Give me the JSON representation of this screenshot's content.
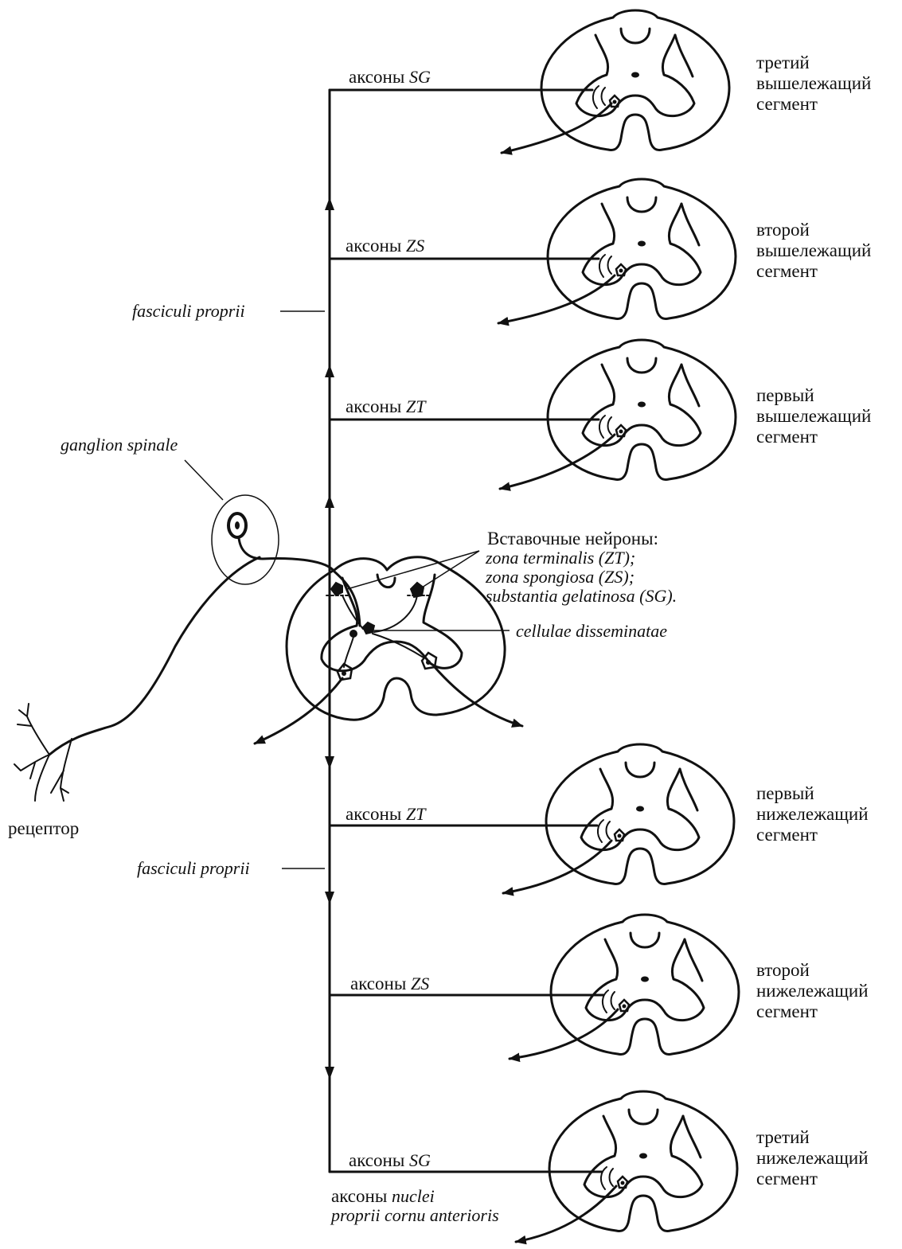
{
  "segments": [
    {
      "axon_prefix": "аксоны",
      "axon_zone": "SG",
      "line1": "третий",
      "line2": "вышележащий",
      "line3": "сегмент"
    },
    {
      "axon_prefix": "аксоны",
      "axon_zone": "ZS",
      "line1": "второй",
      "line2": "вышележащий",
      "line3": "сегмент"
    },
    {
      "axon_prefix": "аксоны",
      "axon_zone": "ZT",
      "line1": "первый",
      "line2": "вышележащий",
      "line3": "сегмент"
    },
    {
      "axon_prefix": "аксоны",
      "axon_zone": "ZT",
      "line1": "первый",
      "line2": "нижележащий",
      "line3": "сегмент"
    },
    {
      "axon_prefix": "аксоны",
      "axon_zone": "ZS",
      "line1": "второй",
      "line2": "нижележащий",
      "line3": "сегмент"
    },
    {
      "axon_prefix": "аксоны",
      "axon_zone": "SG",
      "line1": "третий",
      "line2": "нижележащий",
      "line3": "сегмент"
    }
  ],
  "fasciculi_upper": "fasciculi proprii",
  "fasciculi_lower": "fasciculi proprii",
  "ganglion": "ganglion spinale",
  "receptor": "рецептор",
  "interneurons": {
    "title": "Вставочные нейроны:",
    "zt_name": "zona terminalis (",
    "zt_abbr": "ZT",
    "zt_end": ");",
    "zs_name": "zona spongiosa (",
    "zs_abbr": "ZS",
    "zs_end": ");",
    "sg_name": "substantia gelatinosa (",
    "sg_abbr": "SG",
    "sg_end": ")."
  },
  "disseminatae": "cellulae disseminatae",
  "anterior_axons": {
    "prefix": "аксоны",
    "latin1": "nuclei",
    "latin2": "proprii cornu anterioris"
  }
}
